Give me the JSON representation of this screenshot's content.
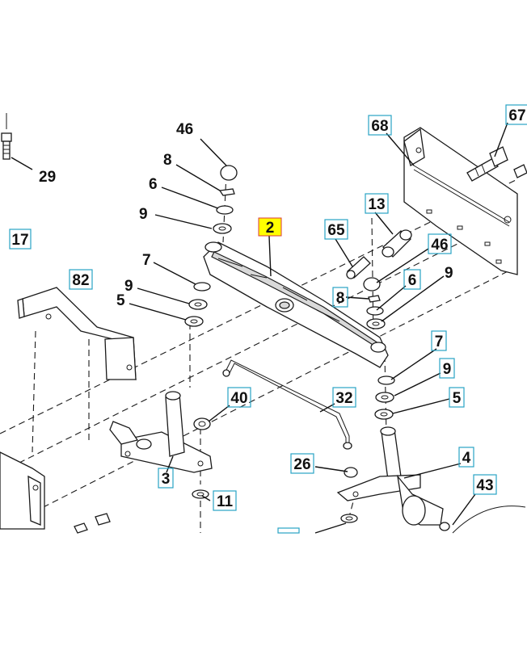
{
  "labels": {
    "l29": "29",
    "l17": "17",
    "l82": "82",
    "l46a": "46",
    "l8a": "8",
    "l6a": "6",
    "l9a": "9",
    "l7a": "7",
    "l9b": "9",
    "l5a": "5",
    "l2": "2",
    "l68": "68",
    "l67": "67",
    "l13": "13",
    "l65": "65",
    "l46b": "46",
    "l8b": "8",
    "l6b": "6",
    "l9c": "9",
    "l7b": "7",
    "l9d": "9",
    "l5b": "5",
    "l40": "40",
    "l32": "32",
    "l3": "3",
    "l11": "11",
    "l26": "26",
    "l4": "4",
    "l43": "43"
  },
  "colors": {
    "label_box": "#29a3c4",
    "highlight_fill": "#ffff00",
    "highlight_border": "#d93b3b"
  }
}
